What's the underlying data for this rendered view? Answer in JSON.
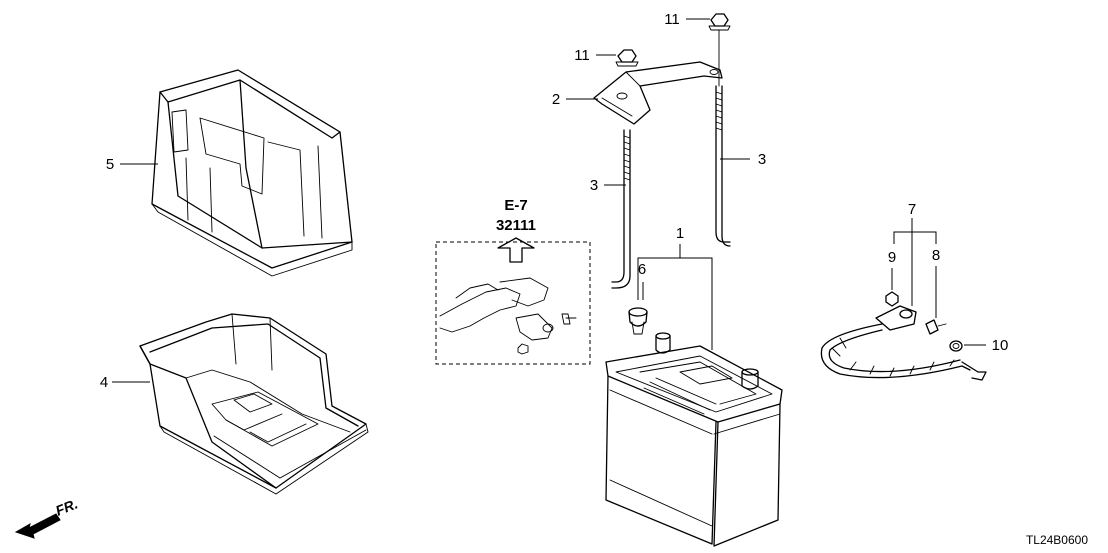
{
  "callouts": {
    "c1": "1",
    "c2": "2",
    "c3a": "3",
    "c3b": "3",
    "c4": "4",
    "c5": "5",
    "c6": "6",
    "c7": "7",
    "c8": "8",
    "c9": "9",
    "c10": "10",
    "c11a": "11",
    "c11b": "11"
  },
  "reference": {
    "section": "E-7",
    "part_number": "32111"
  },
  "direction_label": "FR.",
  "diagram_code": "TL24B0600"
}
